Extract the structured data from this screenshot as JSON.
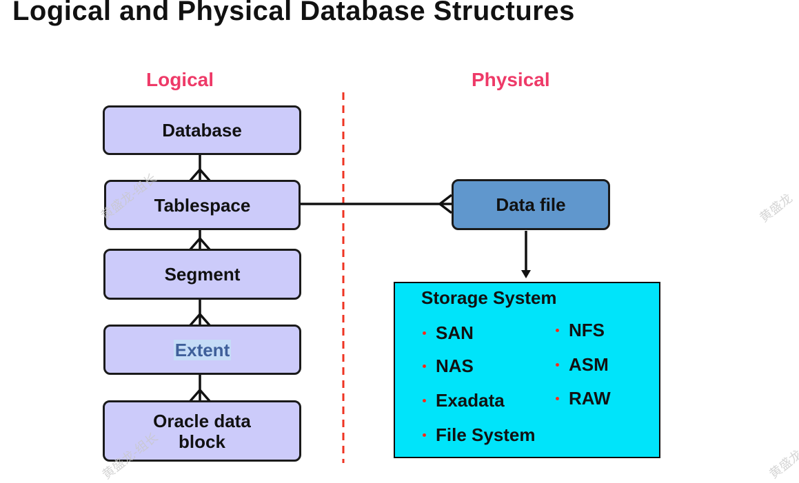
{
  "title": "Logical and Physical Database Structures",
  "headings": {
    "logical": "Logical",
    "physical": "Physical"
  },
  "logical_boxes": {
    "database": "Database",
    "tablespace": "Tablespace",
    "segment": "Segment",
    "extent": "Extent",
    "block_line1": "Oracle data",
    "block_line2": "block"
  },
  "physical": {
    "data_file": "Data file"
  },
  "storage": {
    "title": "Storage System",
    "items": [
      "SAN",
      "NAS",
      "Exadata",
      "File System",
      "NFS",
      "ASM",
      "RAW"
    ]
  },
  "watermarks": {
    "a": "黄盛龙-组长",
    "b": "黄盛龙"
  },
  "colors": {
    "heading": "#ee3a68",
    "logical_box": "#cccbfa",
    "physical_box": "#6097cd",
    "storage_box": "#00e4fa",
    "divider": "#ee3322",
    "bullet": "#ff2a1a"
  }
}
